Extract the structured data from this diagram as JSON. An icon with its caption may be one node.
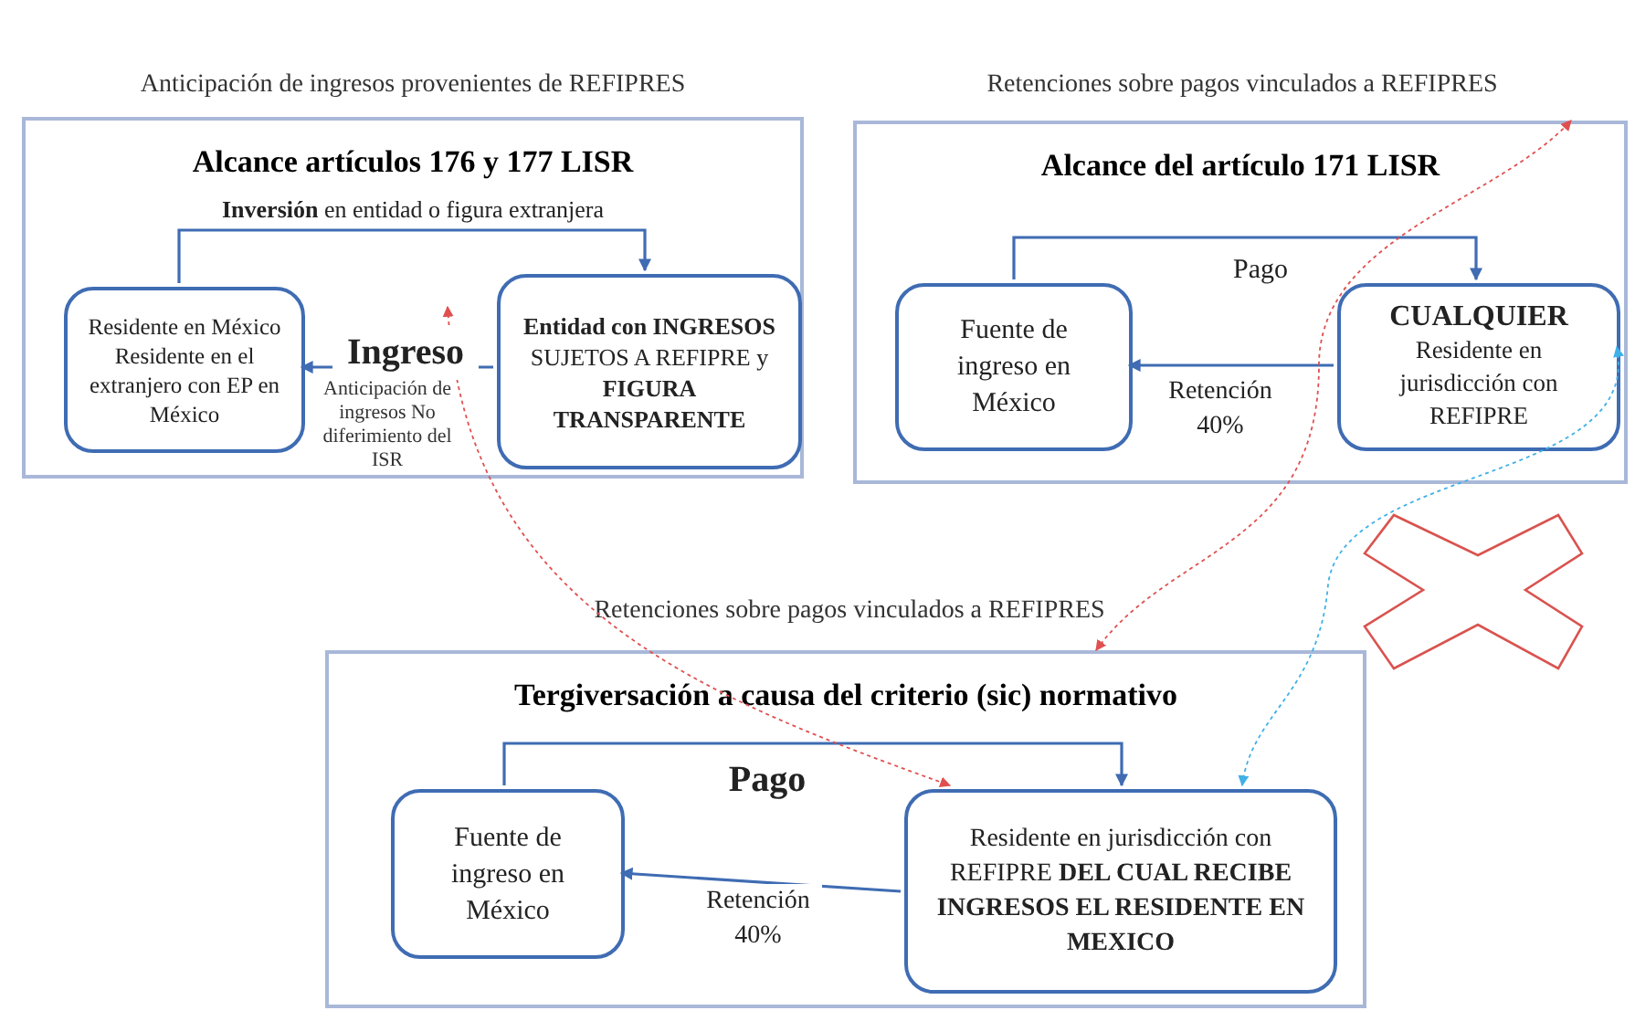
{
  "diagram": {
    "nodes": [
      {
        "text": [
          "Alcance artículos 176 y 177 LISR"
        ],
        "beside": [
          "Anticipación de ingresos provenientes de REFIPRES"
        ]
      },
      {
        "text": [
          "Residente en México",
          "Residente en el extranjero con EP en México"
        ],
        "in": 0
      },
      {
        "text": [
          "**Entidad con INGRESOS** SUJETOS A REFIPRE y **FIGURA TRANSPARENTE**"
        ],
        "in": 0
      },
      {
        "text": [
          "Alcance del artículo 171 LISR"
        ],
        "beside": [
          "Retenciones sobre pagos vinculados a REFIPRES"
        ]
      },
      {
        "text": [
          "Fuente de ingreso en México"
        ],
        "in": 3
      },
      {
        "text": [
          "CUALQUIER",
          "Residente en jurisdicción con REFIPRE"
        ],
        "in": 3
      },
      {
        "text": [
          "Tergiversación a causa del criterio (sic) normativo"
        ],
        "beside": [
          "Retenciones sobre pagos vinculados a REFIPRES"
        ]
      },
      {
        "text": [
          "Fuente de ingreso en México"
        ],
        "in": 6
      },
      {
        "text": [
          "Residente en jurisdicción con REFIPRE **DEL CUAL RECIBE INGRESOS EL RESIDENTE EN MEXICO**"
        ],
        "in": 6
      },
      {
        "text": [],
        "shape": "cross"
      }
    ],
    "edges": [
      {
        "from": 1,
        "to": 2,
        "arrow": "to",
        "label": "**Inversión** en entidad o figura extranjera"
      },
      {
        "from": 2,
        "to": 1,
        "arrow": "to",
        "label": "Ingreso"
      },
      {
        "from": 4,
        "to": 5,
        "arrow": "to",
        "label": "Pago"
      },
      {
        "from": 5,
        "to": 4,
        "arrow": "to",
        "label": "Retención 40%"
      },
      {
        "from": 7,
        "to": 8,
        "arrow": "to",
        "label": "Pago"
      },
      {
        "from": 8,
        "to": 7,
        "arrow": "to",
        "label": "Retención 40%"
      },
      {
        "from": null,
        "to": 8,
        "arrow": "both",
        "style": "dashed",
        "color": "#e05050"
      },
      {
        "from": 6,
        "to": 3,
        "arrow": "both",
        "style": "dashed",
        "color": "#e05050"
      },
      {
        "from": 5,
        "to": 8,
        "arrow": "both",
        "style": "dashed",
        "color": "#3fb0e8"
      }
    ],
    "labels": [
      "Anticipación de ingresos No diferimiento del ISR"
    ]
  }
}
